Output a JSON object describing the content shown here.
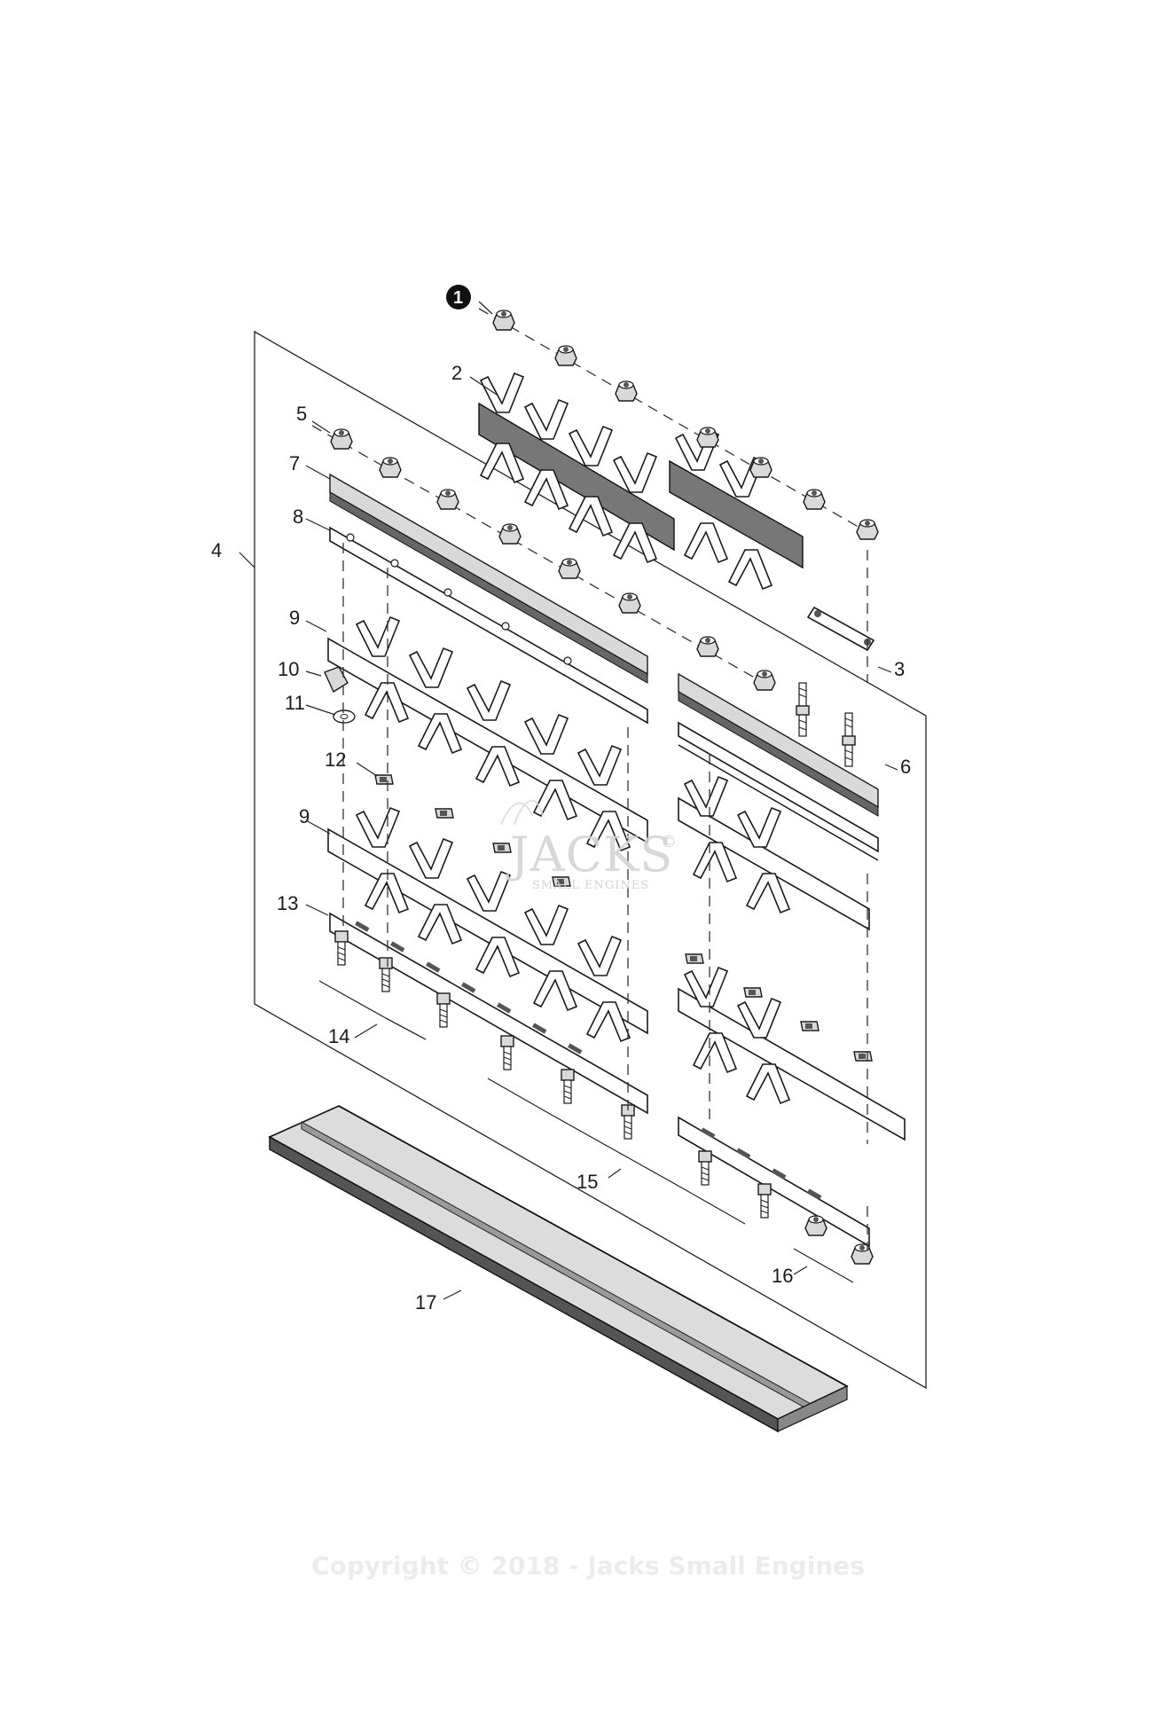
{
  "diagram": {
    "callouts": [
      {
        "id": "1",
        "circled": true
      },
      {
        "id": "2"
      },
      {
        "id": "3"
      },
      {
        "id": "4"
      },
      {
        "id": "5"
      },
      {
        "id": "6"
      },
      {
        "id": "7"
      },
      {
        "id": "8"
      },
      {
        "id": "9"
      },
      {
        "id": "9"
      },
      {
        "id": "10"
      },
      {
        "id": "11"
      },
      {
        "id": "12"
      },
      {
        "id": "13"
      },
      {
        "id": "14"
      },
      {
        "id": "15"
      },
      {
        "id": "16"
      },
      {
        "id": "17"
      }
    ],
    "watermark": {
      "brand": "JACKS",
      "tagline": "SMALL ENGINES",
      "mark": "©"
    },
    "copyright": "Copyright © 2018 - Jacks Small Engines"
  }
}
